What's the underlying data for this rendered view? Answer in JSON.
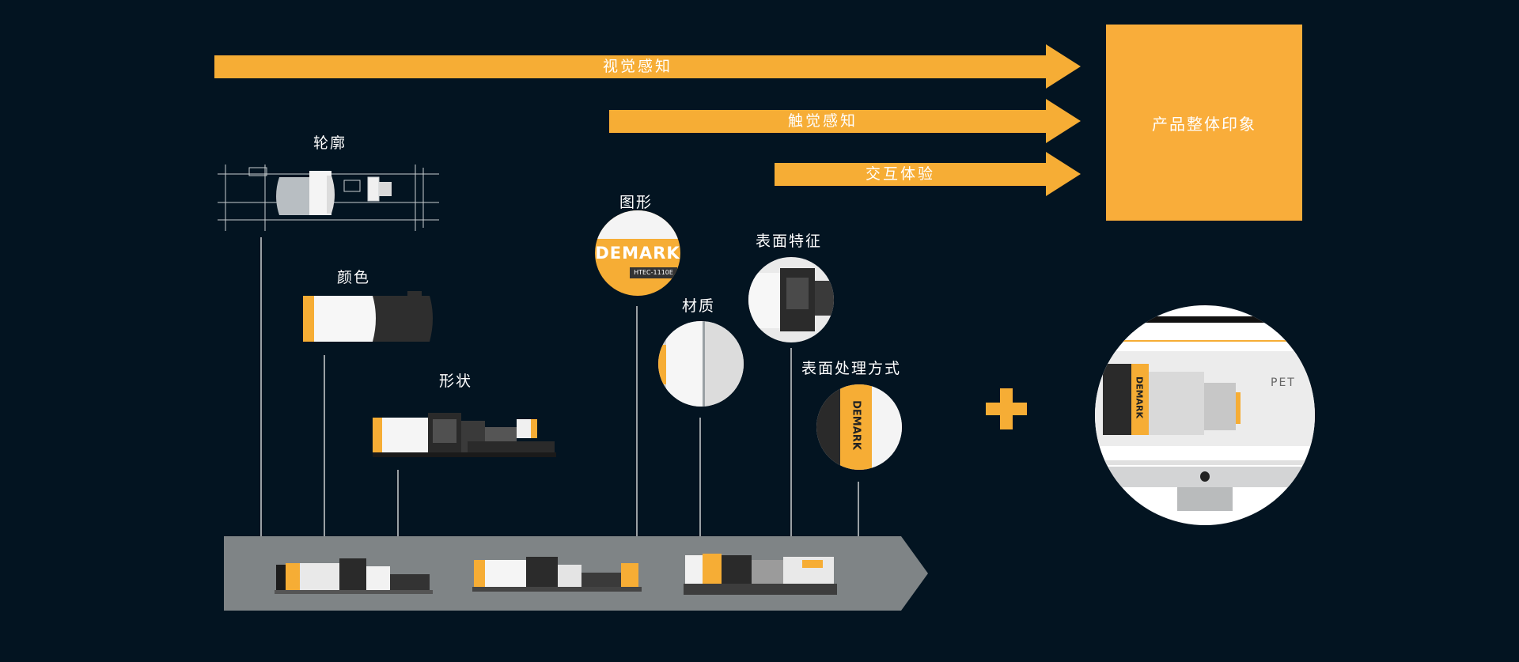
{
  "arrows": {
    "visual": "视觉感知",
    "touch": "触觉感知",
    "interaction": "交互体验"
  },
  "impression_box": "产品整体印象",
  "attributes": {
    "outline": "轮廓",
    "color": "颜色",
    "shape": "形状",
    "graphic": "图形",
    "material": "材质",
    "surface_features": "表面特征",
    "surface_treatment": "表面处理方式"
  },
  "brand": {
    "logo": "DEMARK",
    "model": "HTEC-1110E",
    "product_badge": "PET"
  },
  "colors": {
    "background": "#031421",
    "accent": "#f6ad35",
    "base_band": "#7f8486"
  }
}
